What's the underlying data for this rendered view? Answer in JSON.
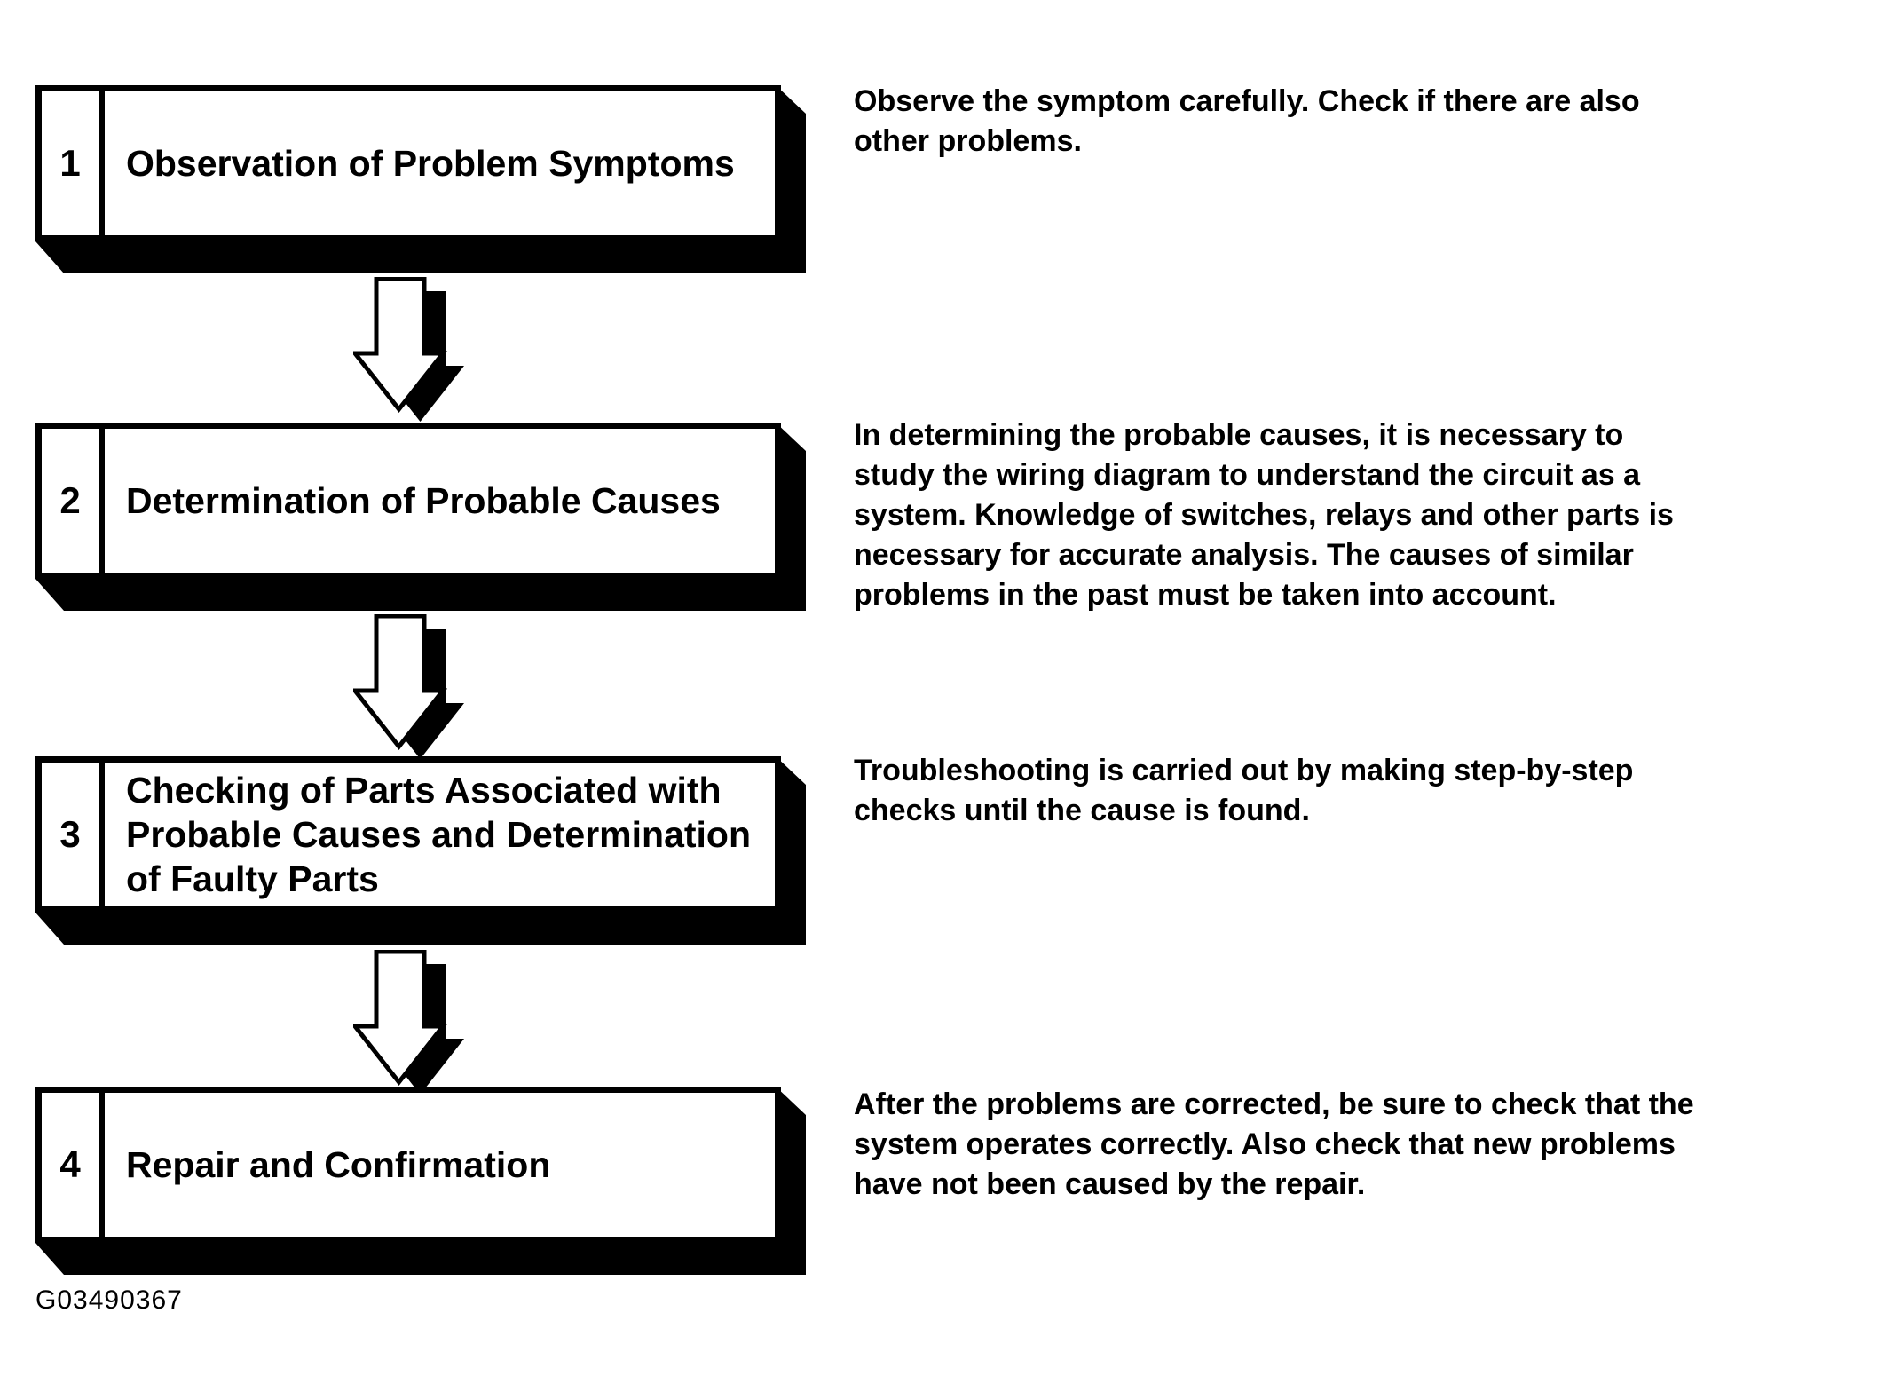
{
  "figure_code": "G03490367",
  "colors": {
    "ink": "#000000",
    "paper": "#ffffff"
  },
  "icons": {
    "flow_connector": "down-arrow"
  },
  "steps": [
    {
      "number": "1",
      "title": "Observation of Problem Symptoms",
      "description": "Observe the symptom carefully. Check if there are also\nother problems."
    },
    {
      "number": "2",
      "title": "Determination of Probable Causes",
      "description": "In determining the probable causes, it is necessary to\nstudy the wiring diagram to understand the circuit as a\nsystem. Knowledge of switches, relays and other parts is\nnecessary for accurate analysis. The causes of similar\nproblems in the past must be taken into account."
    },
    {
      "number": "3",
      "title": "Checking of Parts Associated with\nProbable Causes and Determination\nof Faulty Parts",
      "description": "Troubleshooting is carried out by making step-by-step\nchecks until the cause is found."
    },
    {
      "number": "4",
      "title": "Repair and Confirmation",
      "description": "After the problems are corrected, be sure to check that the\nsystem operates correctly. Also check that new problems\nhave not been caused by the repair."
    }
  ]
}
